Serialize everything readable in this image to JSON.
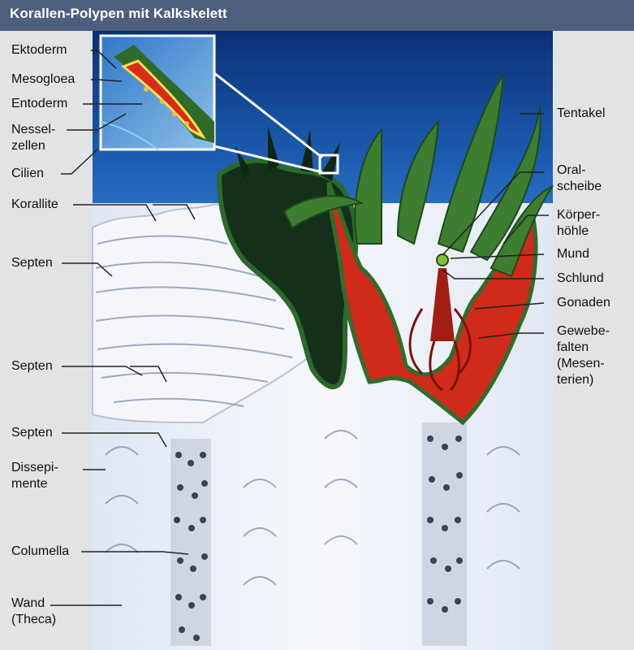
{
  "title": "Korallen-Polypen mit Kalkskelett",
  "colors": {
    "header": "#4e5f7e",
    "panel": "#e2e3e4",
    "water_dark": "#0d3a86",
    "water_light": "#2a73c4",
    "skeleton": "#f2f5fb",
    "tissue_red": "#d42b1c",
    "tissue_green": "#2f6a2a",
    "leader": "#222222"
  },
  "labels": {
    "left": {
      "ektoderm": "Ektoderm",
      "mesogloea": "Mesogloea",
      "entoderm": "Entoderm",
      "nesselzellen": "Nessel-\nzellen",
      "cilien": "Cilien",
      "korallite": "Korallite",
      "septen1": "Septen",
      "septen2": "Septen",
      "septen3": "Septen",
      "dissepimente": "Dissepi-\nmente",
      "columella": "Columella",
      "wand": "Wand\n(Theca)"
    },
    "right": {
      "tentakel": "Tentakel",
      "oralscheibe": "Oral-\nscheibe",
      "koerperhoehle": "Körper-\nhöhle",
      "mund": "Mund",
      "schlund": "Schlund",
      "gonaden": "Gonaden",
      "gewebefalten": "Gewebe-\nfalten\n(Mesen-\nterien)"
    }
  }
}
